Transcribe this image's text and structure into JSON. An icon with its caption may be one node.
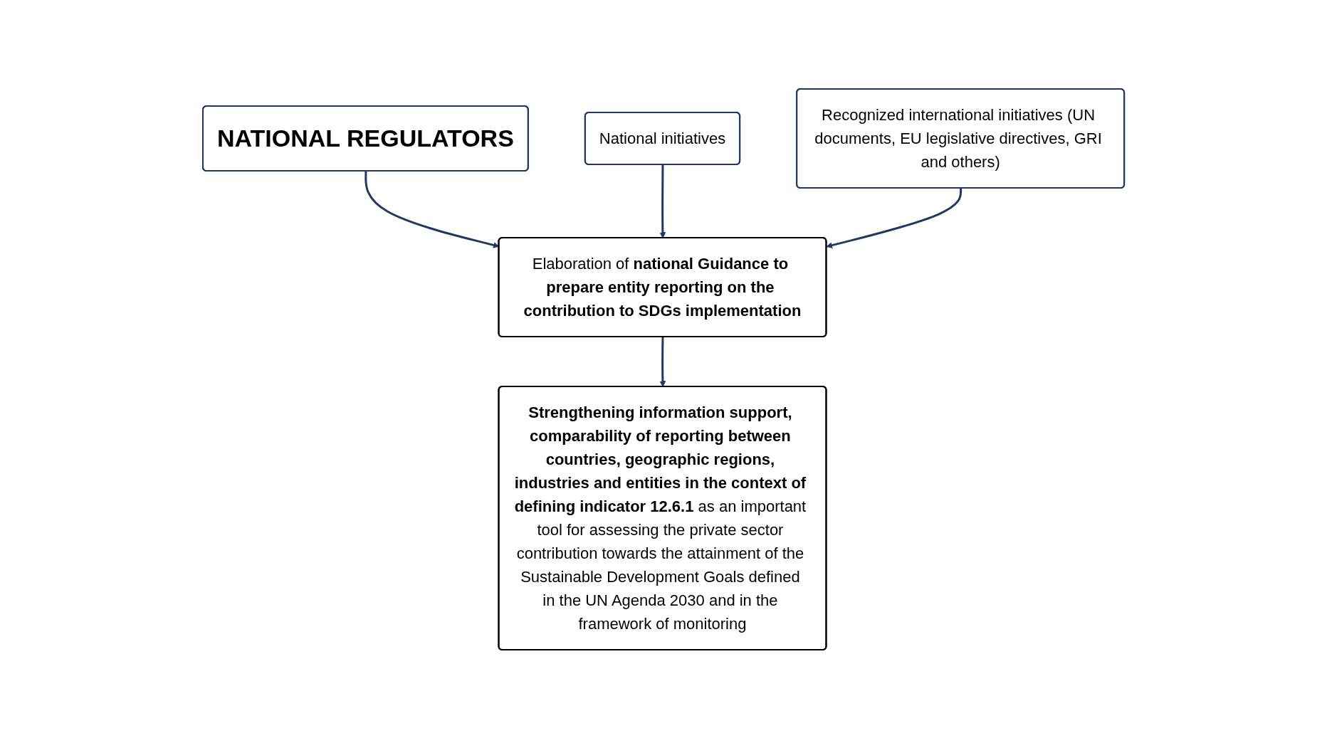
{
  "diagram": {
    "nodes": [
      {
        "text": [
          "NATIONAL REGULATORS"
        ]
      },
      {
        "text": [
          "Elaboration of **national Guidance to prepare entity reporting on the contribution to SDGs implementation**"
        ]
      },
      {
        "text": [
          "National initiatives"
        ]
      },
      {
        "text": [
          "Recognized international initiatives (UN documents, EU legislative directives, GRI and others)"
        ]
      },
      {
        "text": [
          "**Strengthening information support, comparability of reporting between countries, geographic regions, industries and entities in the context of defining indicator 12.6.1** as an important tool for assessing the private sector contribution towards the attainment of the Sustainable Development Goals defined in the UN Agenda 2030 and in the framework of monitoring"
        ]
      }
    ],
    "edges": [
      {
        "from": 0,
        "to": 1,
        "arrow": "to"
      },
      {
        "from": 2,
        "to": 1,
        "arrow": "to"
      },
      {
        "from": 3,
        "to": 1,
        "arrow": "to"
      },
      {
        "from": 1,
        "to": 4,
        "arrow": "to"
      }
    ]
  }
}
